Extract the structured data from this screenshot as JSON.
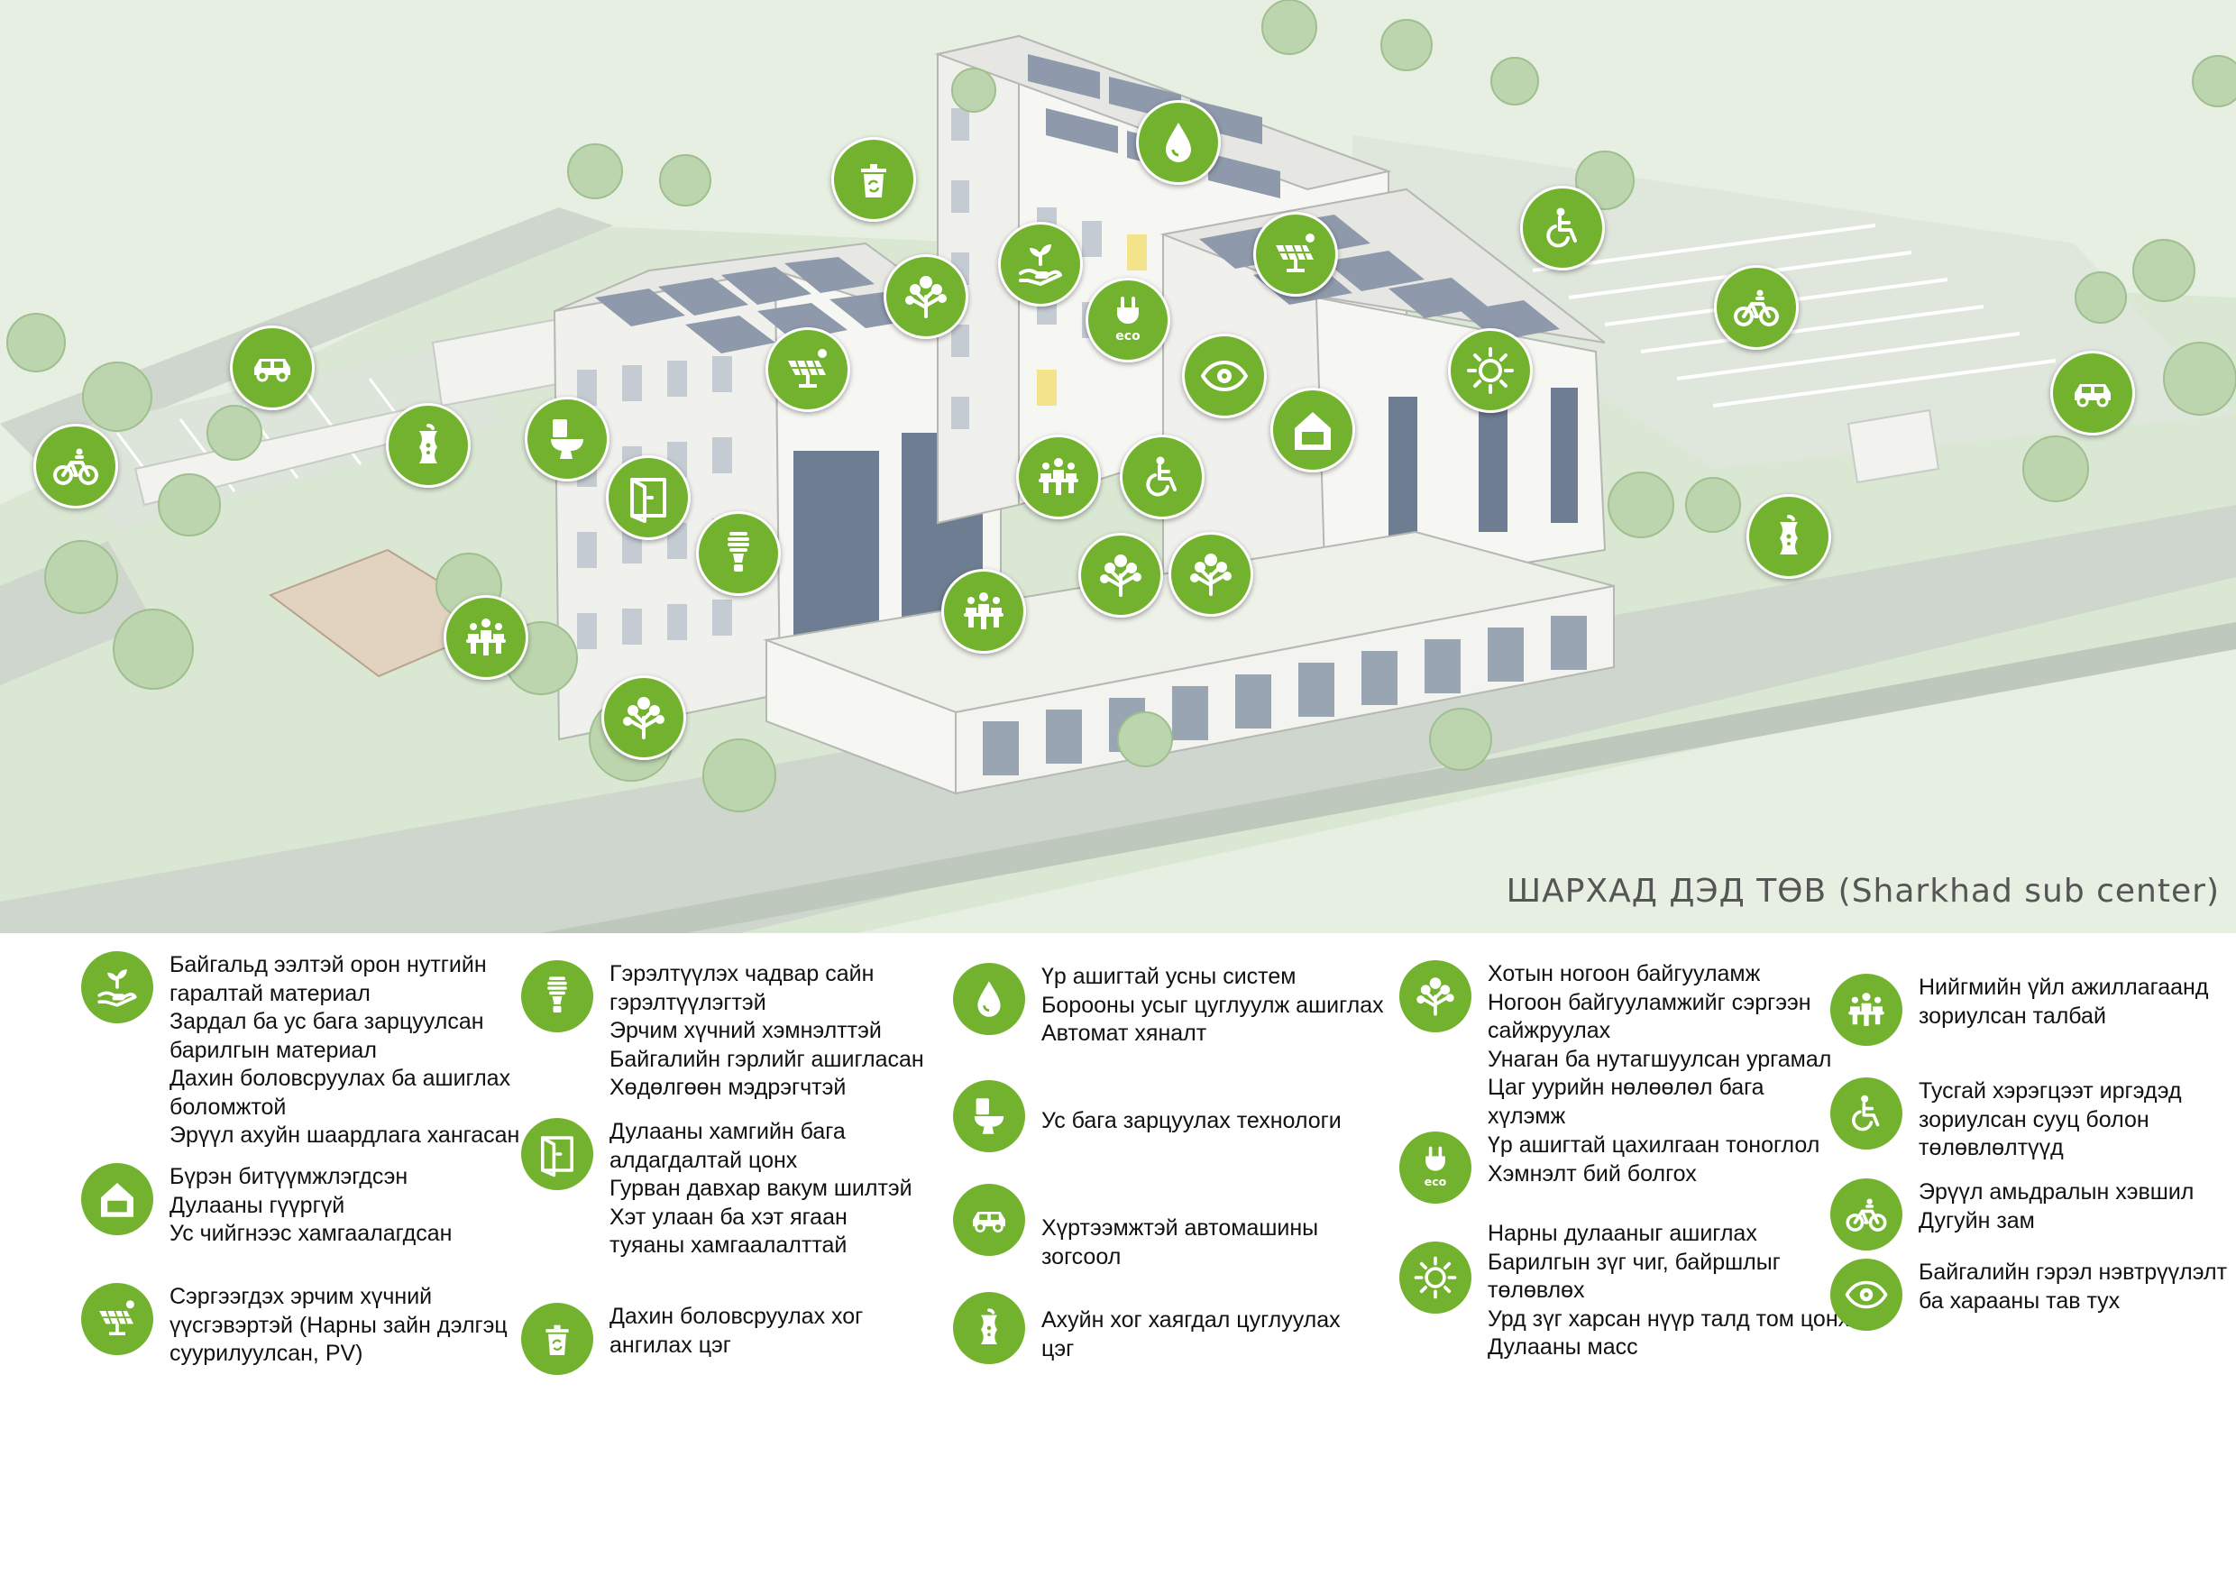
{
  "caption": "ШАРХАД ДЭД ТӨВ (Sharkhad sub center)",
  "colors": {
    "accent": "#73b22f",
    "scene_bg": "#e4eee0",
    "building": "#f4f4f2",
    "solar": "#8a96a8",
    "road": "#cfd6cd"
  },
  "map_markers": [
    {
      "icon": "recycle-bin-icon"
    },
    {
      "icon": "water-drop-icon"
    },
    {
      "icon": "wheelchair-icon"
    },
    {
      "icon": "bicycle-icon"
    },
    {
      "icon": "car-icon"
    },
    {
      "icon": "car-icon"
    },
    {
      "icon": "bicycle-icon"
    },
    {
      "icon": "apple-core-icon"
    },
    {
      "icon": "solar-panel-icon"
    },
    {
      "icon": "toilet-icon"
    },
    {
      "icon": "window-icon"
    },
    {
      "icon": "energy-bulb-icon"
    },
    {
      "icon": "community-icon"
    },
    {
      "icon": "tree-icon"
    },
    {
      "icon": "tree-icon"
    },
    {
      "icon": "hand-plant-icon"
    },
    {
      "icon": "solar-panel-icon"
    },
    {
      "icon": "eco-plug-icon"
    },
    {
      "icon": "eye-icon"
    },
    {
      "icon": "house-icon"
    },
    {
      "icon": "sun-icon"
    },
    {
      "icon": "community-icon"
    },
    {
      "icon": "wheelchair-icon"
    },
    {
      "icon": "tree-icon"
    },
    {
      "icon": "community-icon"
    },
    {
      "icon": "apple-core-icon"
    },
    {
      "icon": "tree-icon"
    }
  ],
  "legend": [
    {
      "icon": "hand-plant-icon",
      "lines": [
        "Байгальд ээлтэй орон нутгийн",
        "гаралтай материал",
        "Зардал ба ус бага зарцуулсан",
        "барилгын материал",
        "Дахин боловсруулах ба ашиглах",
        "боломжтой",
        "Эрүүл ахуйн шаардлага хангасан"
      ]
    },
    {
      "icon": "house-icon",
      "lines": [
        "Бүрэн битүүмжлэгдсэн",
        "Дулааны гүүргүй",
        "Ус чийгнээс хамгаалагдсан"
      ]
    },
    {
      "icon": "solar-panel-icon",
      "lines": [
        "Сэргээгдэх эрчим хүчний",
        "үүсгэвэртэй (Нарны зайн дэлгэц",
        "суурилуулсан, PV)"
      ]
    },
    {
      "icon": "energy-bulb-icon",
      "lines": [
        "Гэрэлтүүлэх чадвар сайн",
        "гэрэлтүүлэгтэй",
        "Эрчим хүчний хэмнэлттэй",
        "Байгалийн гэрлийг ашигласан",
        "Хөдөлгөөн мэдрэгчтэй"
      ]
    },
    {
      "icon": "window-icon",
      "lines": [
        "Дулааны хамгийн бага",
        "алдагдалтай цонх",
        "Гурван давхар вакум шилтэй",
        "Хэт улаан ба хэт ягаан",
        "туяаны хамгаалалттай"
      ]
    },
    {
      "icon": "recycle-bin-icon",
      "lines": [
        "Дахин боловсруулах хог",
        "ангилах цэг"
      ]
    },
    {
      "icon": "water-drop-icon",
      "lines": [
        "Үр ашигтай усны систем",
        "Борооны усыг цуглуулж ашиглах",
        "Автомат хяналт"
      ]
    },
    {
      "icon": "toilet-icon",
      "lines": [
        "Ус бага зарцуулах технологи"
      ]
    },
    {
      "icon": "car-icon",
      "lines": [
        "Хүртээмжтэй автомашины",
        "зогсоол"
      ]
    },
    {
      "icon": "apple-core-icon",
      "lines": [
        "Ахуйн хог хаягдал цуглуулах",
        "цэг"
      ]
    },
    {
      "icon": "tree-icon",
      "lines": [
        "Хотын ногоон байгууламж",
        "Ногоон байгууламжийг сэргээн",
        "сайжруулах",
        "Унаган ба нутагшуулсан ургамал",
        "Цаг уурийн нөлөөлөл бага",
        "хүлэмж"
      ]
    },
    {
      "icon": "eco-plug-icon",
      "lines": [
        "Үр ашигтай цахилгаан тоноглол",
        "Хэмнэлт бий болгох"
      ]
    },
    {
      "icon": "sun-icon",
      "lines": [
        "Нарны дулааныг ашиглах",
        "Барилгын зүг чиг, байршлыг",
        "төлөвлөх",
        "Урд зүг харсан нүүр талд том цонх",
        "Дулааны масс"
      ]
    },
    {
      "icon": "community-icon",
      "lines": [
        "Нийгмийн үйл ажиллагаанд",
        "зориулсан талбай"
      ]
    },
    {
      "icon": "wheelchair-icon",
      "lines": [
        "Тусгай хэрэгцээт иргэдэд",
        "зориулсан сууц болон",
        "төлөвлөлтүүд"
      ]
    },
    {
      "icon": "bicycle-icon",
      "lines": [
        "Эрүүл амьдралын хэвшил",
        "Дугуйн зам"
      ]
    },
    {
      "icon": "eye-icon",
      "lines": [
        "Байгалийн гэрэл нэвтрүүлэлт",
        "ба харааны тав тух"
      ]
    }
  ]
}
